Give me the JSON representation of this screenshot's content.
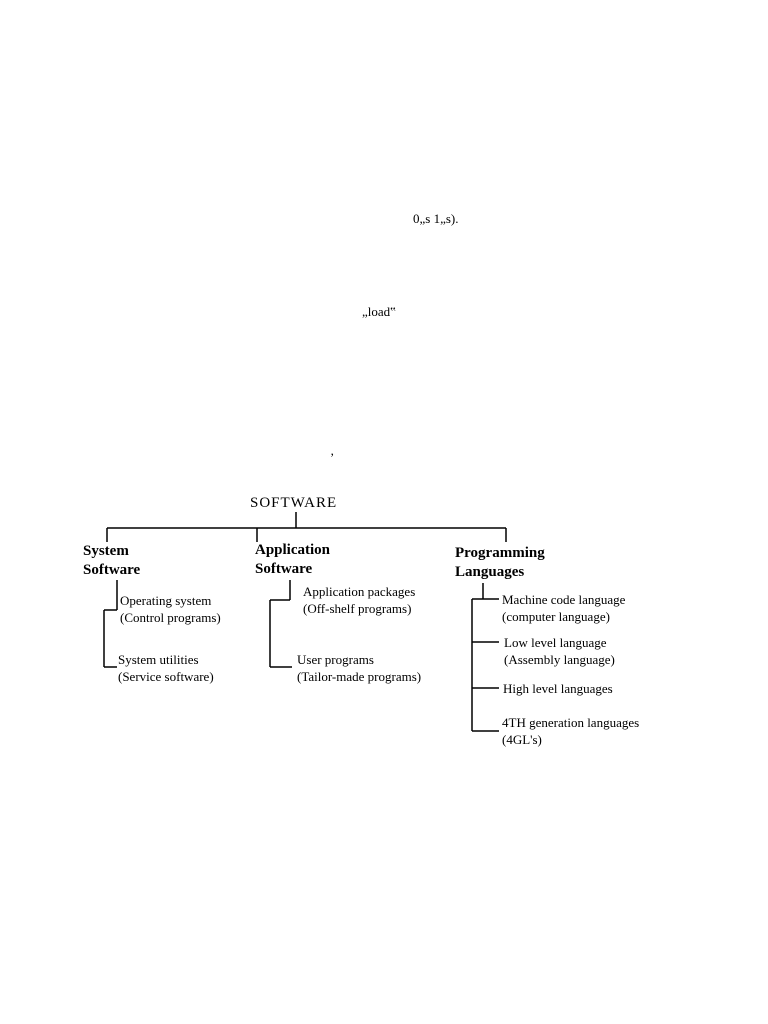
{
  "fragments": {
    "zeros_ones": "0„s    1„s).",
    "load": "„load‟",
    "comma": "‚"
  },
  "diagram": {
    "root": "SOFTWARE",
    "categories": [
      {
        "line1": "System",
        "line2": "Software",
        "children": [
          {
            "line1": "Operating system",
            "line2": "(Control programs)"
          },
          {
            "line1": "System utilities",
            "line2": "(Service software)"
          }
        ]
      },
      {
        "line1": "Application",
        "line2": "Software",
        "children": [
          {
            "line1": "Application packages",
            "line2": "(Off-shelf programs)"
          },
          {
            "line1": "User programs",
            "line2": "(Tailor-made programs)"
          }
        ]
      },
      {
        "line1": "Programming",
        "line2": "Languages",
        "children": [
          {
            "line1": "Machine code language",
            "line2": "(computer language)"
          },
          {
            "line1": "Low level language",
            "line2": "(Assembly language)"
          },
          {
            "line1": "High level languages",
            "line2": ""
          },
          {
            "line1": "4TH generation languages",
            "line2": "(4GL's)"
          }
        ]
      }
    ]
  }
}
